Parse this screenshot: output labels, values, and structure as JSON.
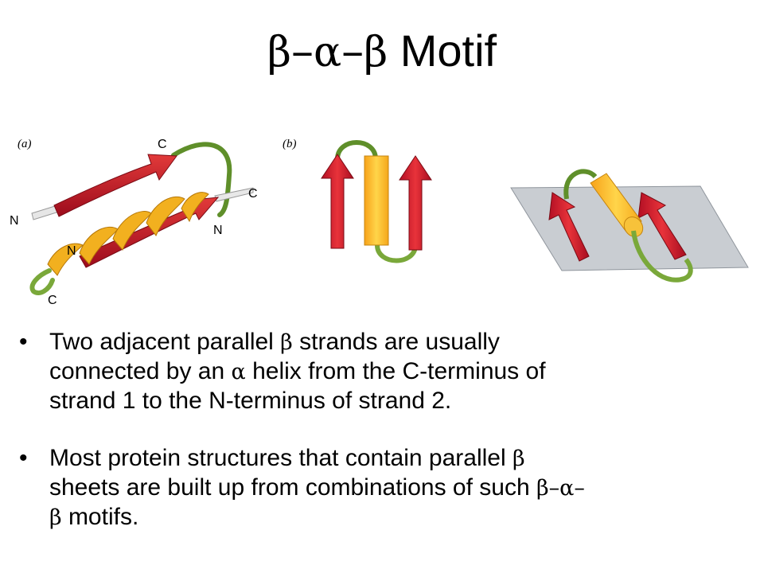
{
  "title": {
    "beta1": "β",
    "dash1": "–",
    "alpha": "α",
    "dash2": "–",
    "beta2": "β",
    "rest": " Motif"
  },
  "figure": {
    "panel_a_label": "(a)",
    "panel_b_label": "(b)",
    "labels": {
      "c_top": "C",
      "c_right": "C",
      "n_left": "N",
      "n_helix": "N",
      "n_right": "N",
      "c_bottom": "C"
    },
    "colors": {
      "strand_red": "#c8102e",
      "helix_yellow": "#f5b51e",
      "loop_green": "#6b9a2e",
      "sheet_gray": "#c9cdd2"
    }
  },
  "bullets": {
    "b1": {
      "dot": "•",
      "t1": "Two adjacent parallel ",
      "g1": "β",
      "t2": " strands are usually",
      "t3": "connected by an ",
      "g2": "α",
      "t4": " helix from the C-terminus of",
      "t5": "strand 1 to the N-terminus of strand 2."
    },
    "b2": {
      "dot": "•",
      "t1": "Most protein structures that contain parallel ",
      "g1": "β",
      "t2": "sheets are built up from combinations of such ",
      "g2": "β",
      "g3": "–",
      "g4": "α",
      "g5": "–",
      "g6": "β",
      "t3": " motifs."
    }
  }
}
